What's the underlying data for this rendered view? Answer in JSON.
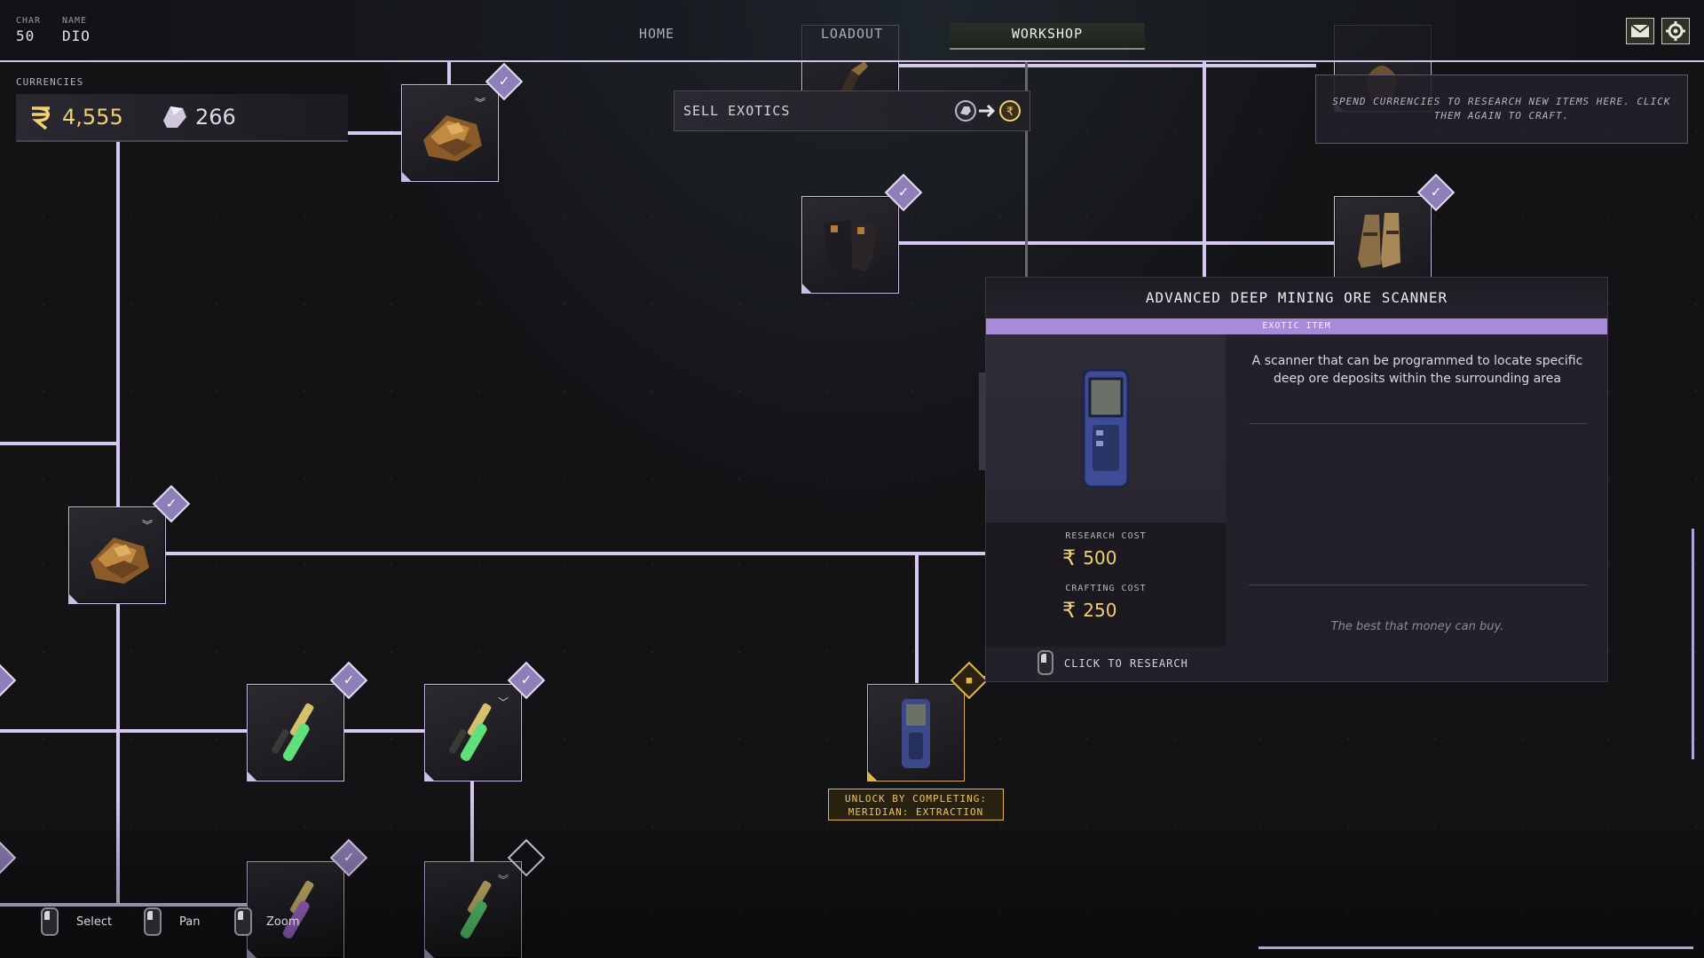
{
  "char": {
    "label": "CHAR",
    "value": "50"
  },
  "name": {
    "label": "NAME",
    "value": "DIO"
  },
  "nav": {
    "home": "HOME",
    "loadout": "LOADOUT",
    "workshop": "WORKSHOP"
  },
  "currencies": {
    "label": "CURRENCIES",
    "credits": "4,555",
    "crystals": "266"
  },
  "sell": {
    "label": "SELL EXOTICS"
  },
  "hint": "SPEND CURRENCIES TO RESEARCH NEW ITEMS HERE. CLICK THEM AGAIN TO CRAFT.",
  "detail": {
    "title": "ADVANCED DEEP MINING ORE SCANNER",
    "rarity": "EXOTIC ITEM",
    "description": "A scanner that can be programmed to locate specific deep ore deposits within the surrounding area",
    "research_cost_label": "RESEARCH COST",
    "research_cost": "500",
    "crafting_cost_label": "CRAFTING COST",
    "crafting_cost": "250",
    "action": "CLICK TO RESEARCH",
    "flavor": "The best that money can buy."
  },
  "unlock": {
    "line1": "UNLOCK BY COMPLETING:",
    "line2": "MERIDIAN: EXTRACTION"
  },
  "controls": {
    "select": "Select",
    "pan": "Pan",
    "zoom": "Zoom"
  },
  "colors": {
    "accent": "#a78ad8",
    "line": "#d6c8f0",
    "currency": "#f0d070",
    "locked": "#e3b64a"
  }
}
